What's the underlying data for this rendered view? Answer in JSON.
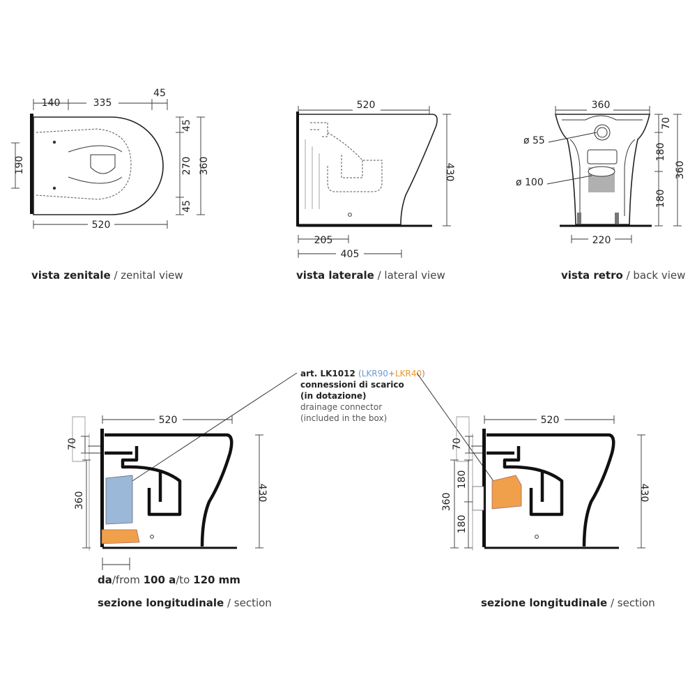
{
  "views": {
    "zenital": {
      "caption_bold": "vista zenitale",
      "caption_light": " / zenital view",
      "dims": {
        "top_a": "140",
        "top_b": "335",
        "top_c": "45",
        "bottom": "520",
        "left": "190",
        "right_a": "45",
        "right_b": "270",
        "right_c": "45",
        "right_total": "360"
      }
    },
    "lateral": {
      "caption_bold": "vista laterale",
      "caption_light": " / lateral view",
      "dims": {
        "top": "520",
        "right": "430",
        "bottom_a": "205",
        "bottom_b": "405"
      }
    },
    "back": {
      "caption_bold": "vista retro",
      "caption_light": " / back view",
      "dims": {
        "top": "360",
        "d55": "ø 55",
        "d100": "ø 100",
        "r70": "70",
        "r180a": "180",
        "r180b": "180",
        "r360": "360",
        "bottom": "220"
      }
    },
    "section_left": {
      "caption_bold": "sezione longitudinale",
      "caption_light": " / section",
      "dims": {
        "top": "520",
        "l70": "70",
        "l360": "360",
        "r430": "430"
      },
      "range_note": {
        "da": "da",
        "from": "/from ",
        "a100": "100 a",
        "to": "/to ",
        "end": "120 mm"
      }
    },
    "section_right": {
      "caption_bold": "sezione longitudinale",
      "caption_light": " / section",
      "dims": {
        "top": "520",
        "l70": "70",
        "l180a": "180",
        "l360": "360",
        "l180b": "180",
        "r430": "430"
      }
    }
  },
  "connector_note": {
    "art": "art. LK1012 ",
    "open": "(",
    "lkr90": "LKR90",
    "plus": "+",
    "lkr40": "LKR40",
    "close": ")",
    "line2": "connessioni di scarico",
    "line3": "(in dotazione)",
    "line4": "drainage connector",
    "line5": "(included in the box)"
  },
  "colors": {
    "blue_connector": "#9bb8d9",
    "orange_connector": "#f0a04a",
    "ink": "#222222"
  }
}
